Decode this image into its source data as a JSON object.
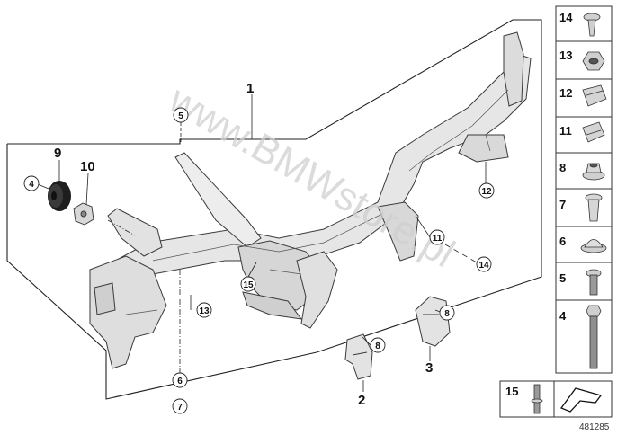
{
  "diagram": {
    "watermark": "www.BMWstore.pl",
    "diagram_id": "481285",
    "callouts": {
      "main": [
        "1",
        "2",
        "3",
        "9",
        "10"
      ],
      "circled": [
        "4",
        "5",
        "6",
        "7",
        "8",
        "8",
        "11",
        "12",
        "13",
        "14",
        "15"
      ]
    },
    "side_panel": {
      "items": [
        {
          "num": "14",
          "icon": "clip-nut-icon"
        },
        {
          "num": "13",
          "icon": "hex-nut-icon"
        },
        {
          "num": "12",
          "icon": "spring-nut-icon"
        },
        {
          "num": "11",
          "icon": "clip-icon"
        },
        {
          "num": "8",
          "icon": "collar-nut-icon"
        },
        {
          "num": "7",
          "icon": "expanding-rivet-icon"
        },
        {
          "num": "6",
          "icon": "dome-nut-icon"
        },
        {
          "num": "5",
          "icon": "short-screw-icon"
        },
        {
          "num": "4",
          "icon": "long-bolt-icon"
        }
      ],
      "bottom_item": {
        "num": "15",
        "icon": "stud-icon"
      }
    }
  }
}
